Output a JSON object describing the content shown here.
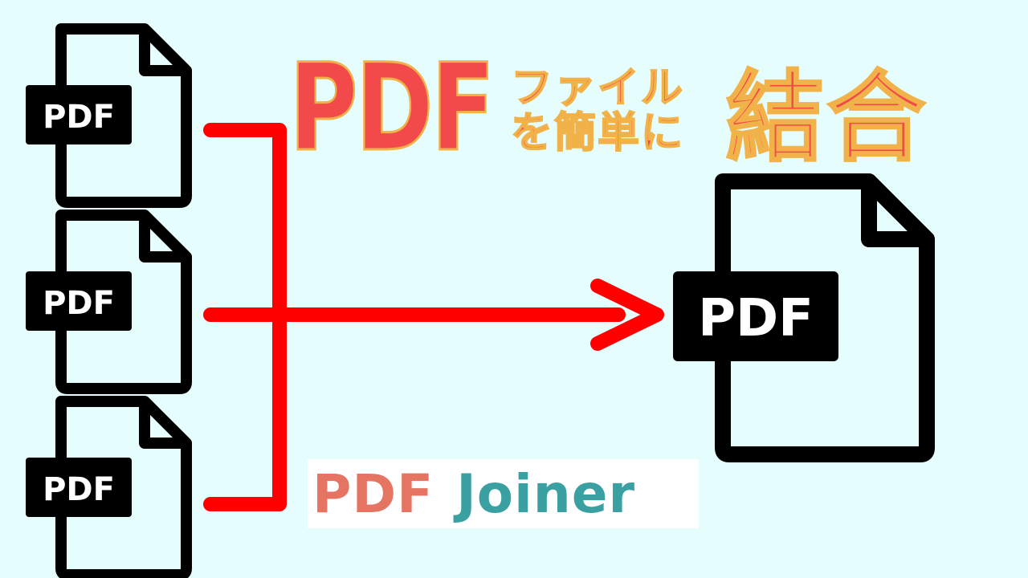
{
  "documents": {
    "source_label_1": "PDF",
    "source_label_2": "PDF",
    "source_label_3": "PDF",
    "result_label": "PDF"
  },
  "title": {
    "main": "PDF",
    "line1": "ファイル",
    "line2": "を簡単に",
    "emphasis": "結合"
  },
  "logo": {
    "part1": "PDF",
    "part2": "Joiner"
  },
  "colors": {
    "background": "#e6fdfd",
    "title_fill": "#f24a4a",
    "title_outline": "#f2b24a",
    "connector": "#ff0000",
    "icon": "#000000",
    "logo_pdf": "#e57462",
    "logo_joiner": "#3aa0a2"
  }
}
